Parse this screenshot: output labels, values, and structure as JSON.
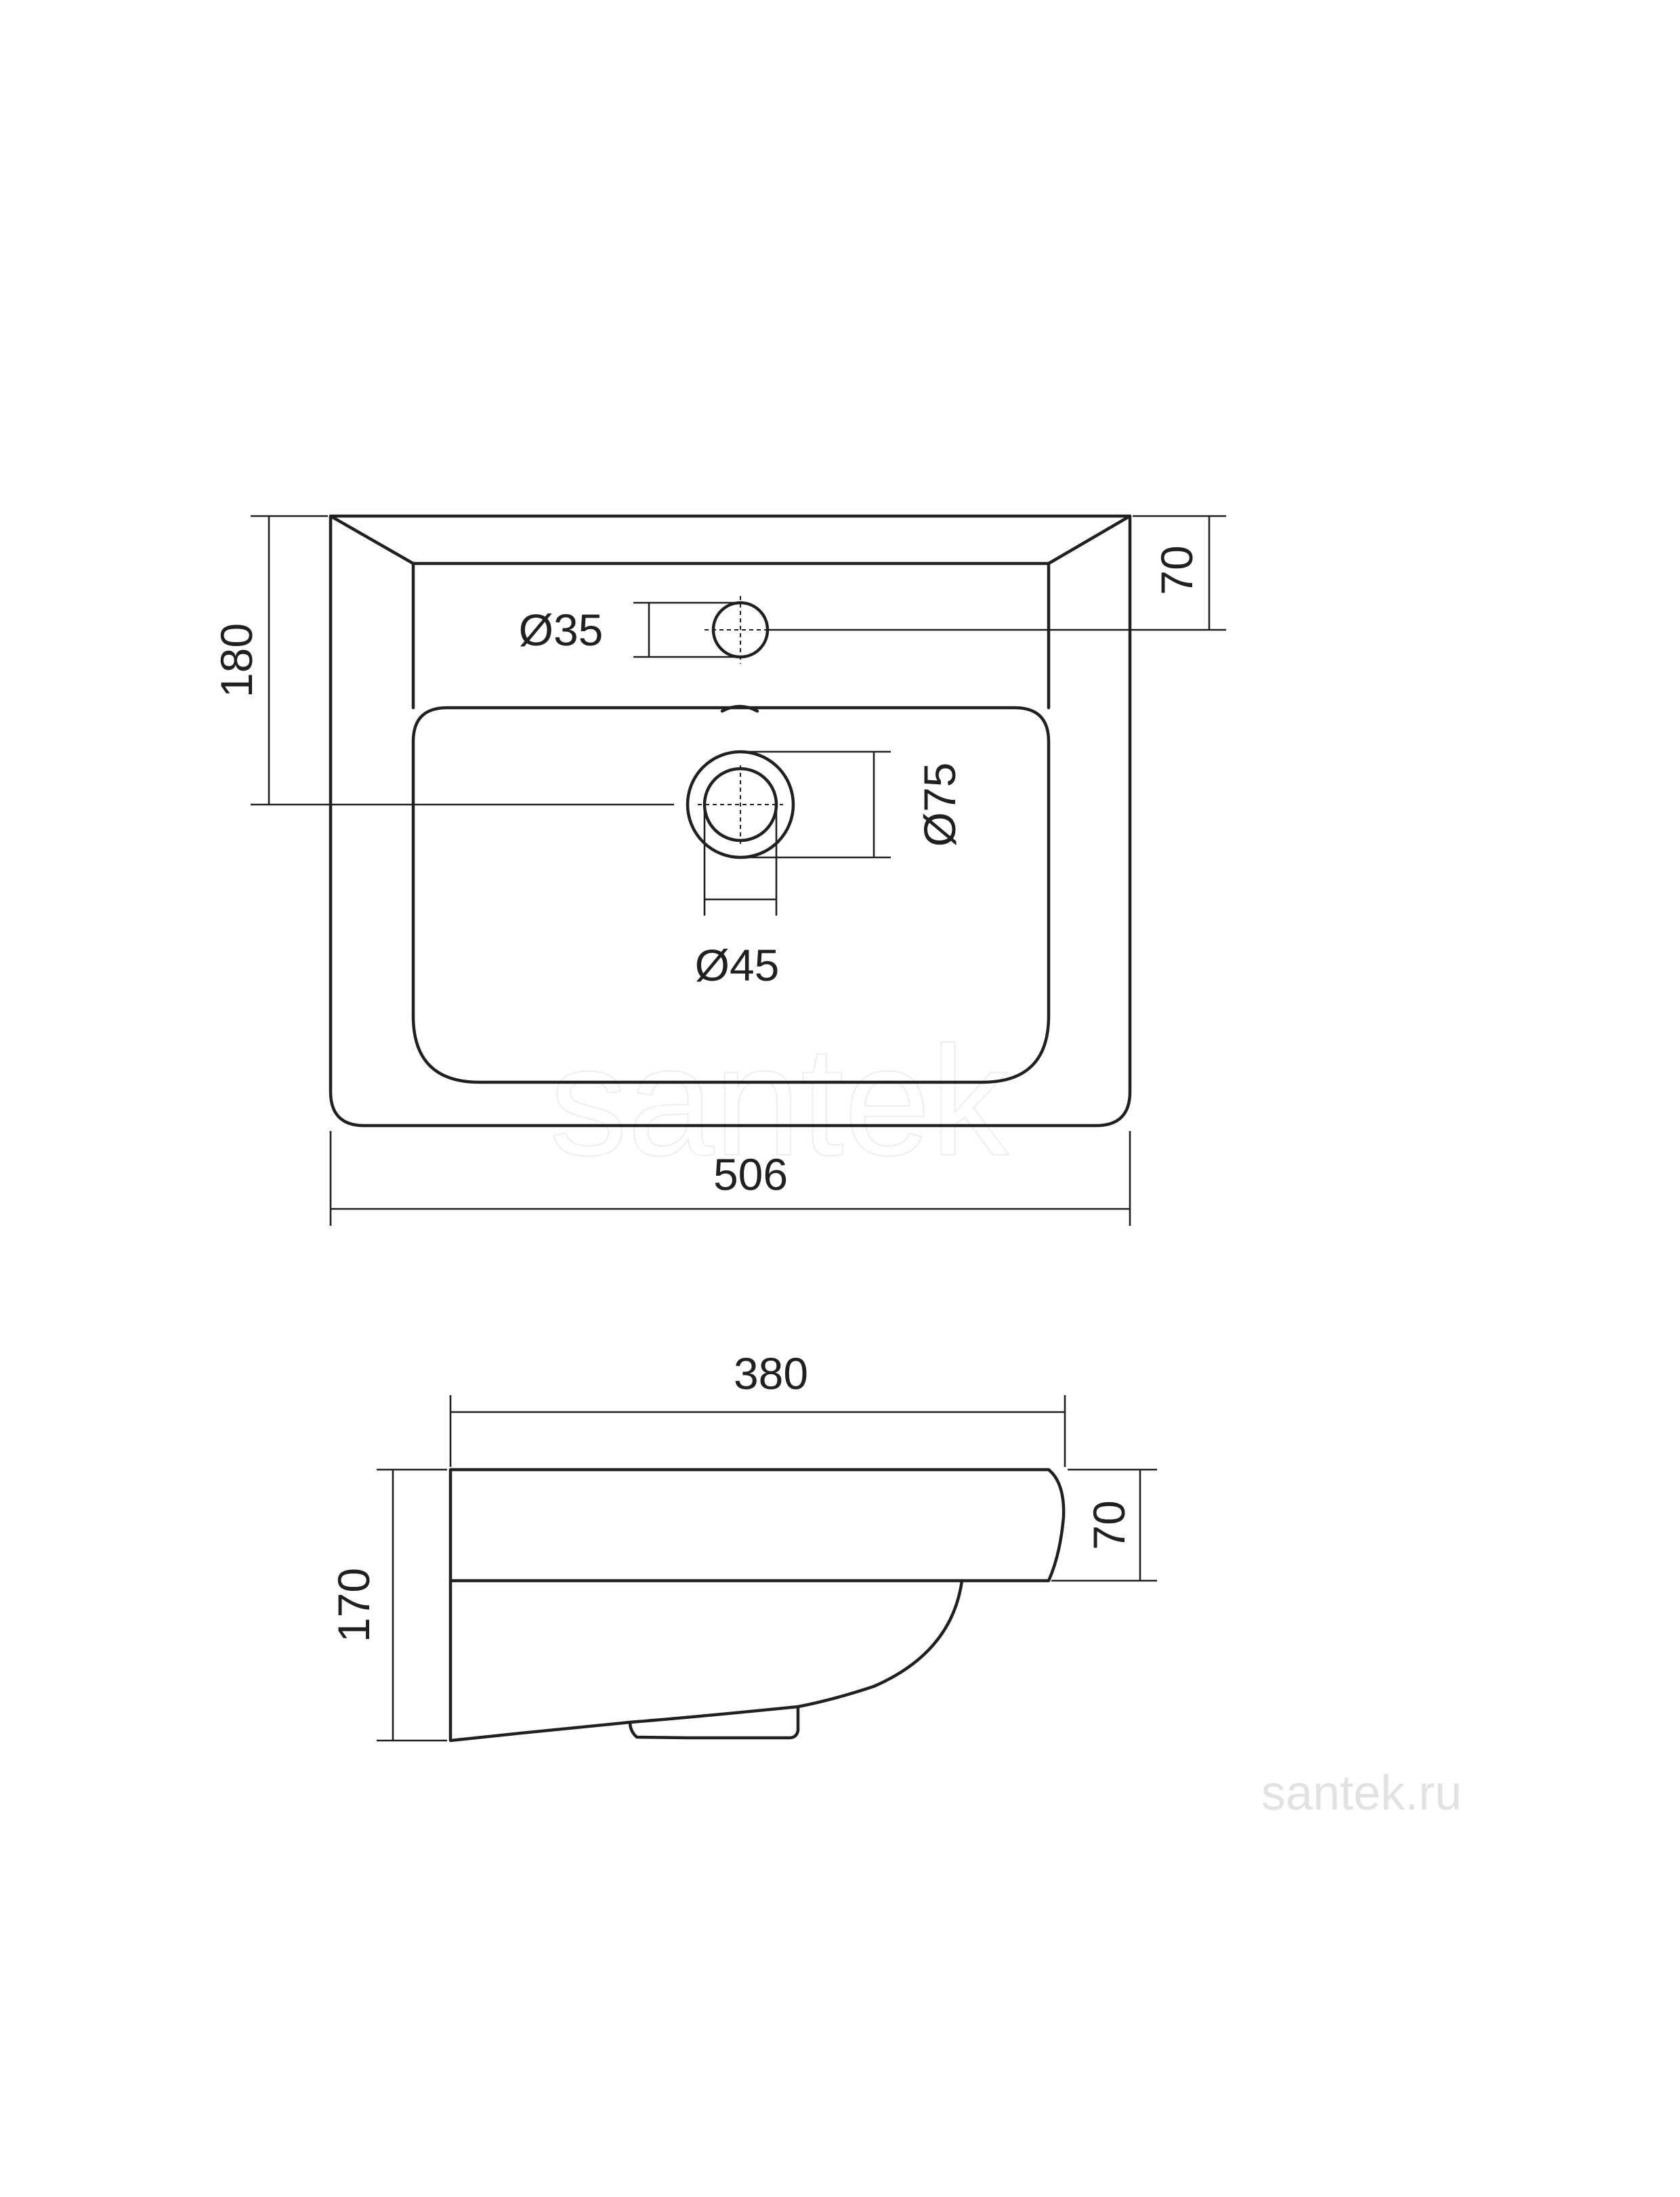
{
  "top_view": {
    "width_label": "506",
    "depth_label": "180",
    "deck_label": "70",
    "tap_hole_label": "Ø35",
    "drain_outer_label": "Ø75",
    "drain_inner_label": "Ø45"
  },
  "side_view": {
    "depth_label": "380",
    "height_label": "170",
    "rim_label": "70"
  },
  "watermark": {
    "main": "santek",
    "site": "santek.ru"
  },
  "colors": {
    "line": "#231f20",
    "background": "#ffffff",
    "watermark": "#e2e2e2"
  }
}
